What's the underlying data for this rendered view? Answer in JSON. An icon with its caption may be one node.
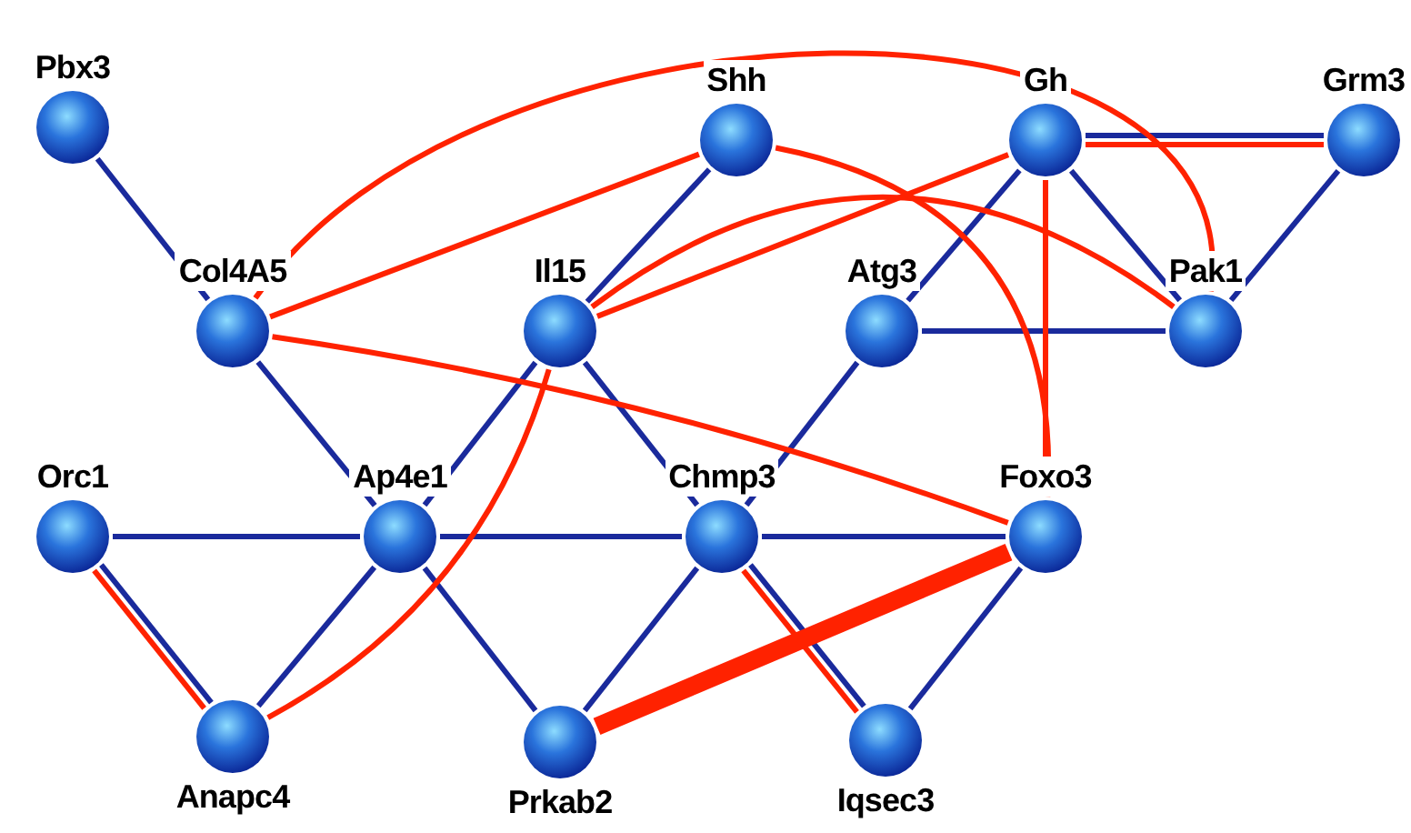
{
  "diagram": {
    "nodes": [
      {
        "text": [
          "Pbx3"
        ]
      },
      {
        "text": [
          "Shh"
        ]
      },
      {
        "text": [
          "Gh"
        ]
      },
      {
        "text": [
          "Grm3"
        ]
      },
      {
        "text": [
          "Col4A5"
        ]
      },
      {
        "text": [
          "Il15"
        ]
      },
      {
        "text": [
          "Atg3"
        ]
      },
      {
        "text": [
          "Pak1"
        ]
      },
      {
        "text": [
          "Orc1"
        ]
      },
      {
        "text": [
          "Ap4e1"
        ]
      },
      {
        "text": [
          "Chmp3"
        ]
      },
      {
        "text": [
          "Foxo3"
        ]
      },
      {
        "text": [
          "Anapc4"
        ]
      },
      {
        "text": [
          "Prkab2"
        ]
      },
      {
        "text": [
          "Iqsec3"
        ]
      }
    ],
    "edges": [
      {
        "from": 0,
        "to": 4,
        "arrow": "none"
      },
      {
        "from": 4,
        "to": 9,
        "arrow": "none"
      },
      {
        "from": 5,
        "to": 1,
        "arrow": "none"
      },
      {
        "from": 5,
        "to": 9,
        "arrow": "none"
      },
      {
        "from": 5,
        "to": 10,
        "arrow": "none"
      },
      {
        "from": 6,
        "to": 2,
        "arrow": "none"
      },
      {
        "from": 6,
        "to": 7,
        "arrow": "none"
      },
      {
        "from": 6,
        "to": 10,
        "arrow": "none"
      },
      {
        "from": 2,
        "to": 3,
        "arrow": "none"
      },
      {
        "from": 2,
        "to": 7,
        "arrow": "none"
      },
      {
        "from": 3,
        "to": 7,
        "arrow": "none"
      },
      {
        "from": 8,
        "to": 9,
        "arrow": "none"
      },
      {
        "from": 8,
        "to": 12,
        "arrow": "none"
      },
      {
        "from": 9,
        "to": 12,
        "arrow": "none"
      },
      {
        "from": 9,
        "to": 10,
        "arrow": "none"
      },
      {
        "from": 9,
        "to": 13,
        "arrow": "none"
      },
      {
        "from": 10,
        "to": 11,
        "arrow": "none"
      },
      {
        "from": 10,
        "to": 13,
        "arrow": "none"
      },
      {
        "from": 10,
        "to": 14,
        "arrow": "none"
      },
      {
        "from": 11,
        "to": 14,
        "arrow": "none"
      },
      {
        "from": 4,
        "to": 7,
        "arrow": "none",
        "color": "#ff2200"
      },
      {
        "from": 4,
        "to": 1,
        "arrow": "none",
        "color": "#ff2200"
      },
      {
        "from": 4,
        "to": 11,
        "arrow": "none",
        "color": "#ff2200"
      },
      {
        "from": 5,
        "to": 2,
        "arrow": "none",
        "color": "#ff2200"
      },
      {
        "from": 5,
        "to": 7,
        "arrow": "none",
        "color": "#ff2200"
      },
      {
        "from": 5,
        "to": 12,
        "arrow": "none",
        "color": "#ff2200"
      },
      {
        "from": 1,
        "to": 11,
        "arrow": "none",
        "color": "#ff2200"
      },
      {
        "from": 2,
        "to": 3,
        "arrow": "none",
        "color": "#ff2200"
      },
      {
        "from": 2,
        "to": 11,
        "arrow": "none",
        "color": "#ff2200"
      },
      {
        "from": 8,
        "to": 12,
        "arrow": "none",
        "color": "#ff2200"
      },
      {
        "from": 13,
        "to": 11,
        "arrow": "none",
        "style": "thick",
        "color": "#ff2200"
      },
      {
        "from": 10,
        "to": 14,
        "arrow": "none",
        "color": "#ff2200"
      }
    ]
  }
}
